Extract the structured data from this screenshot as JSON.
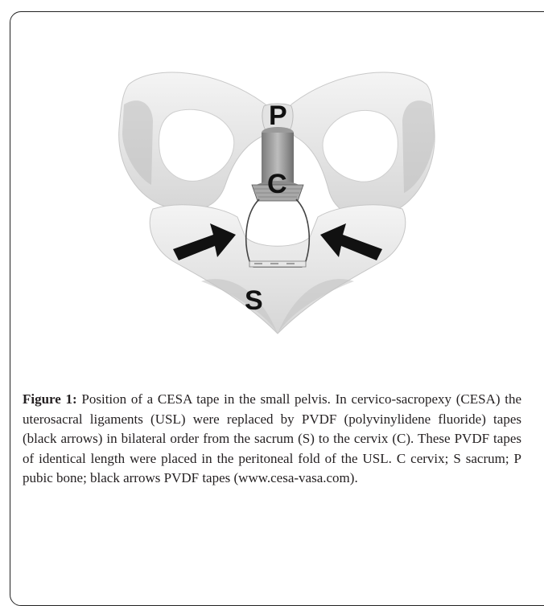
{
  "figure": {
    "labels": {
      "pubic": "P",
      "cervix": "C",
      "sacrum": "S"
    },
    "caption_label": "Figure 1:",
    "caption_text": " Position of a CESA tape in the small pelvis. In cervico-sacropexy (CESA) the uterosacral ligaments (USL) were replaced by PVDF (polyvinylidene fluoride) tapes (black arrows) in bilateral order from the sacrum (S) to the cervix (C). These PVDF tapes of identical length were placed in the peritoneal fold of the USL. C cervix; S sacrum; P pubic bone; black arrows PVDF tapes (www.cesa-vasa.com)."
  },
  "colors": {
    "bone_light": "#ececec",
    "bone_mid": "#d2d2d2",
    "bone_dark": "#b4b4b4",
    "arrow": "#111111",
    "text": "#231f20"
  }
}
